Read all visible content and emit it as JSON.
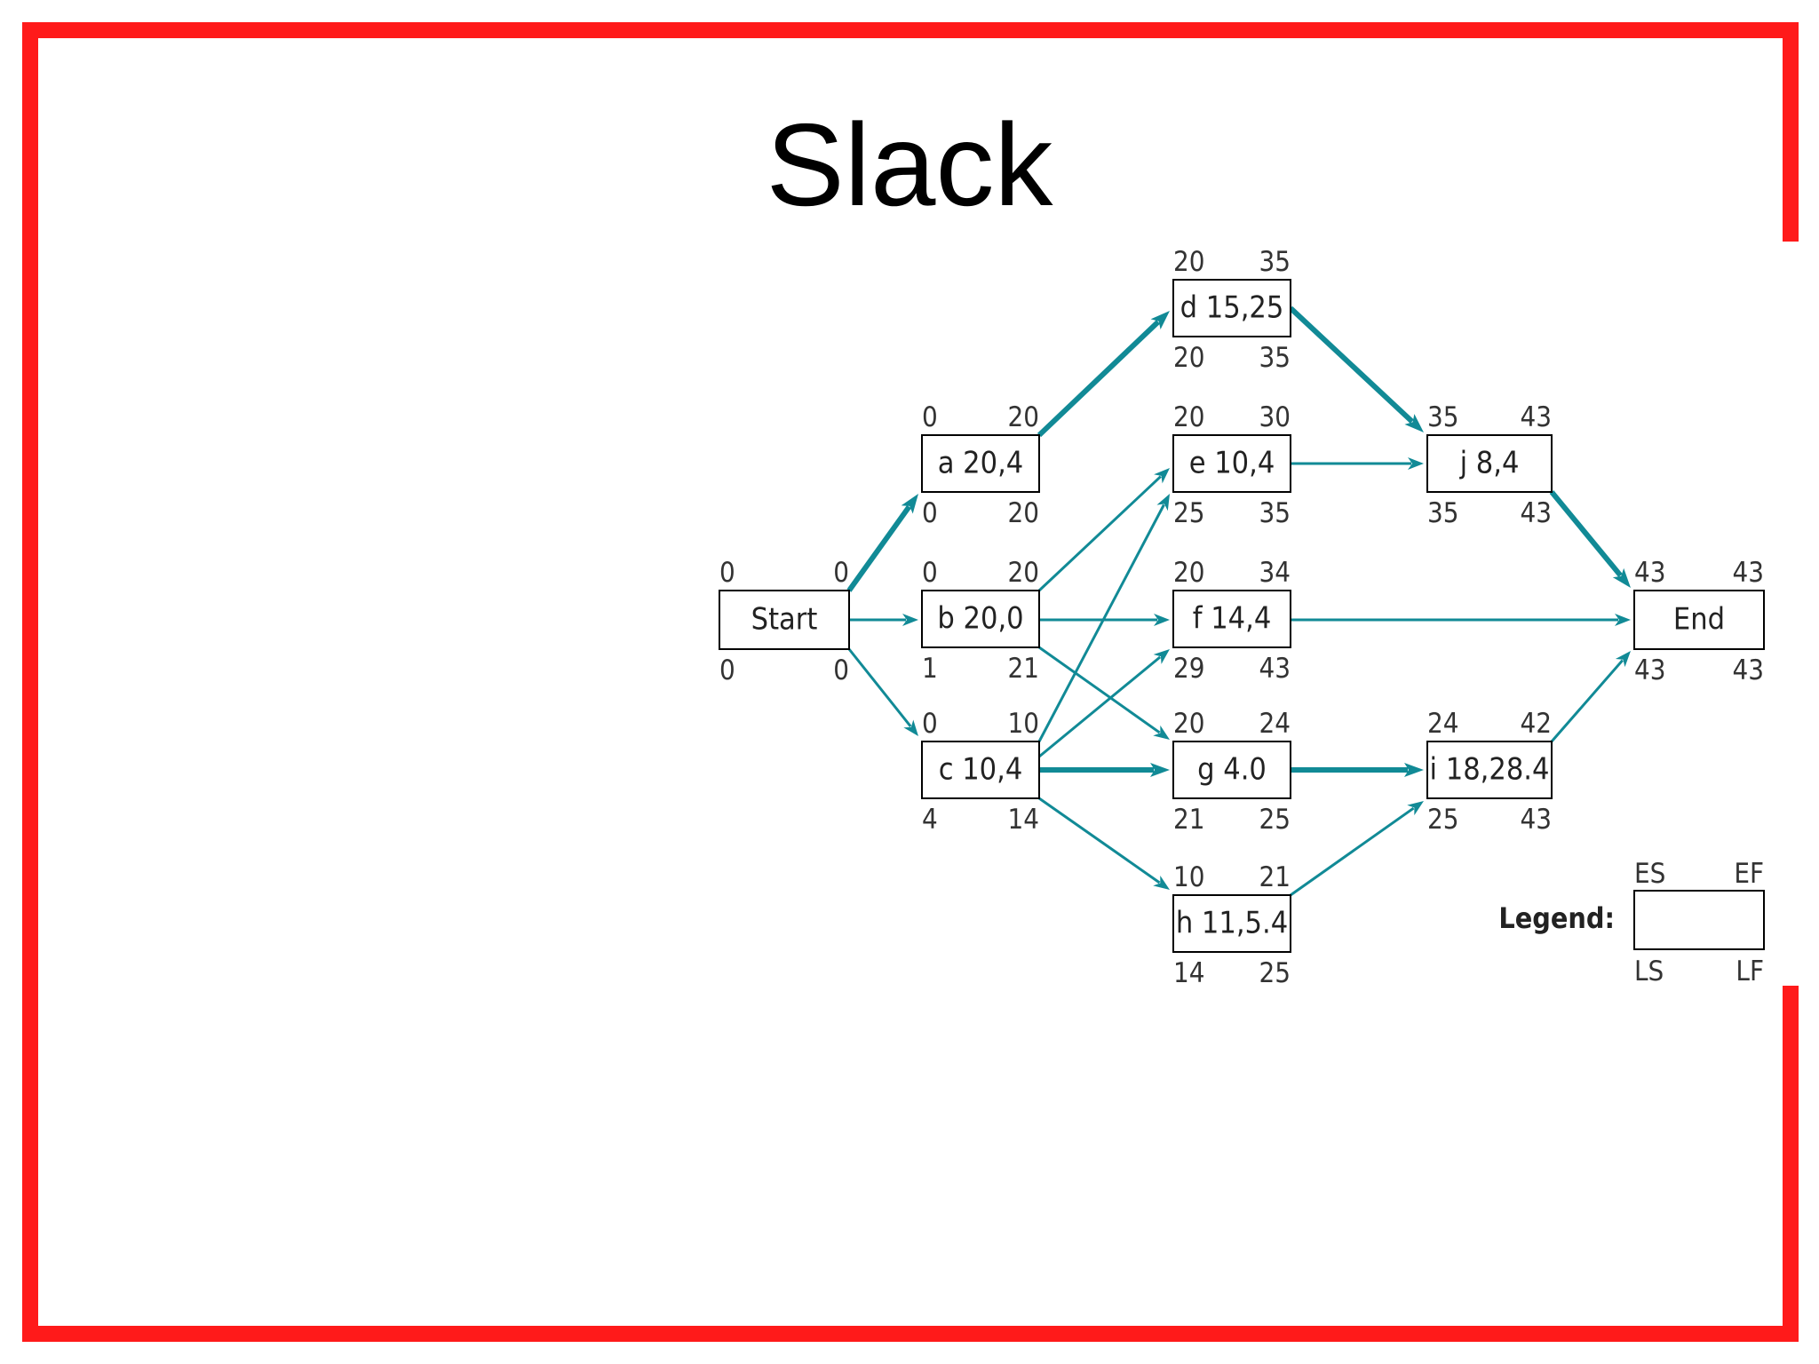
{
  "title": "Slack",
  "colors": {
    "frame": "#ff1a1a",
    "arrow": "#118a96",
    "box": "#000000",
    "text": "#333333"
  },
  "legend": {
    "title": "Legend:",
    "es": "ES",
    "ef": "EF",
    "ls": "LS",
    "lf": "LF"
  },
  "nodes": [
    {
      "id": "start",
      "label": "Start",
      "es": "0",
      "ef": "0",
      "ls": "0",
      "lf": "0"
    },
    {
      "id": "a",
      "label": "a 20,4",
      "es": "0",
      "ef": "20",
      "ls": "0",
      "lf": "20"
    },
    {
      "id": "b",
      "label": "b 20,0",
      "es": "0",
      "ef": "20",
      "ls": "1",
      "lf": "21"
    },
    {
      "id": "c",
      "label": "c 10,4",
      "es": "0",
      "ef": "10",
      "ls": "4",
      "lf": "14"
    },
    {
      "id": "d",
      "label": "d 15,25",
      "es": "20",
      "ef": "35",
      "ls": "20",
      "lf": "35"
    },
    {
      "id": "e",
      "label": "e 10,4",
      "es": "20",
      "ef": "30",
      "ls": "25",
      "lf": "35"
    },
    {
      "id": "f",
      "label": "f 14,4",
      "es": "20",
      "ef": "34",
      "ls": "29",
      "lf": "43"
    },
    {
      "id": "g",
      "label": "g 4.0",
      "es": "20",
      "ef": "24",
      "ls": "21",
      "lf": "25"
    },
    {
      "id": "h",
      "label": "h 11,5.4",
      "es": "10",
      "ef": "21",
      "ls": "14",
      "lf": "25"
    },
    {
      "id": "j",
      "label": "j 8,4",
      "es": "35",
      "ef": "43",
      "ls": "35",
      "lf": "43"
    },
    {
      "id": "i",
      "label": "i 18,28.4",
      "es": "24",
      "ef": "42",
      "ls": "25",
      "lf": "43"
    },
    {
      "id": "end",
      "label": "End",
      "es": "43",
      "ef": "43",
      "ls": "43",
      "lf": "43"
    }
  ],
  "edges": [
    {
      "from": "start",
      "to": "a",
      "critical": true
    },
    {
      "from": "start",
      "to": "b",
      "critical": false
    },
    {
      "from": "start",
      "to": "c",
      "critical": false
    },
    {
      "from": "a",
      "to": "d",
      "critical": true
    },
    {
      "from": "b",
      "to": "e",
      "critical": false
    },
    {
      "from": "b",
      "to": "f",
      "critical": false
    },
    {
      "from": "b",
      "to": "g",
      "critical": false
    },
    {
      "from": "c",
      "to": "e",
      "critical": false
    },
    {
      "from": "c",
      "to": "f",
      "critical": false
    },
    {
      "from": "c",
      "to": "g",
      "critical": true
    },
    {
      "from": "c",
      "to": "h",
      "critical": false
    },
    {
      "from": "d",
      "to": "j",
      "critical": true
    },
    {
      "from": "e",
      "to": "j",
      "critical": false
    },
    {
      "from": "f",
      "to": "end",
      "critical": false
    },
    {
      "from": "g",
      "to": "i",
      "critical": true
    },
    {
      "from": "h",
      "to": "i",
      "critical": false
    },
    {
      "from": "j",
      "to": "end",
      "critical": true
    },
    {
      "from": "i",
      "to": "end",
      "critical": false
    }
  ]
}
